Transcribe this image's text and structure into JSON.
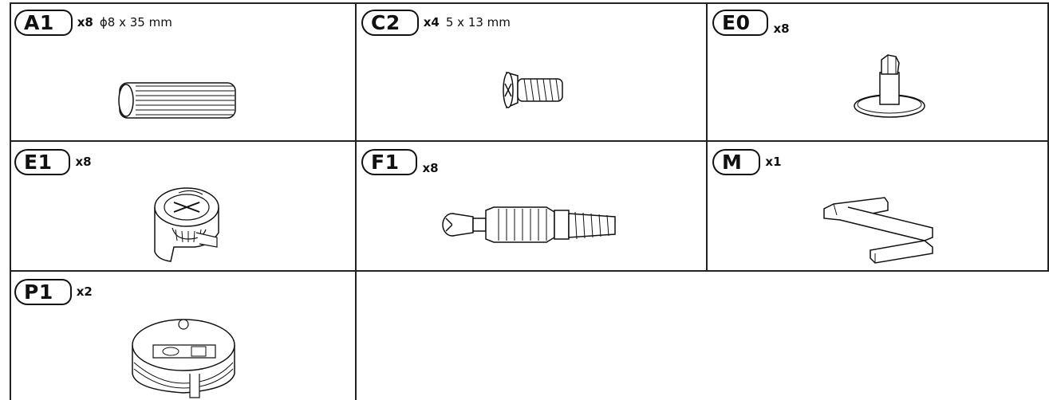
{
  "parts": [
    {
      "code": "A1",
      "qty": "x8",
      "spec": "ϕ8 x 35 mm",
      "icon": "dowel-icon"
    },
    {
      "code": "C2",
      "qty": "x4",
      "spec": "5 x 13 mm",
      "icon": "screw-icon"
    },
    {
      "code": "E0",
      "qty": "x8",
      "spec": "",
      "icon": "cam-dowel-icon"
    },
    {
      "code": "E1",
      "qty": "x8",
      "spec": "",
      "icon": "cam-lock-icon"
    },
    {
      "code": "F1",
      "qty": "x8",
      "spec": "",
      "icon": "connector-bolt-icon"
    },
    {
      "code": "M",
      "qty": "x1",
      "spec": "",
      "icon": "allen-key-icon"
    },
    {
      "code": "P1",
      "qty": "x2",
      "spec": "",
      "icon": "cam-housing-icon"
    }
  ]
}
